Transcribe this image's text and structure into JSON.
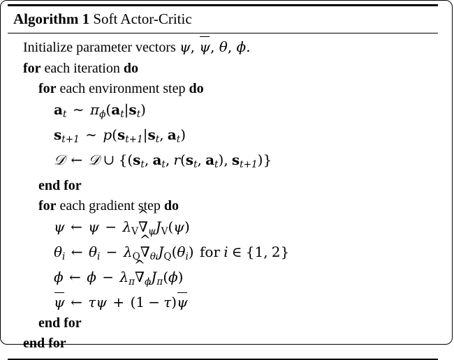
{
  "document": {
    "type": "algorithm-pseudocode",
    "frame": {
      "border_color": "#000000",
      "background": "#ffffff"
    }
  },
  "algorithm": {
    "header": {
      "keyword": "Algorithm",
      "number": "1",
      "title": "Soft Actor-Critic"
    },
    "lines": [
      {
        "id": "init",
        "indent": 0,
        "keyword": "",
        "text": "Initialize parameter vectors",
        "math": "ψ, ψ̄, θ, ϕ."
      },
      {
        "id": "for-iteration",
        "indent": 0,
        "keyword": "for",
        "text": "each iteration",
        "keyword_end": "do"
      },
      {
        "id": "for-env-step",
        "indent": 1,
        "keyword": "for",
        "text": "each environment step",
        "keyword_end": "do"
      },
      {
        "id": "sample-action",
        "indent": 2,
        "math": "a_t ~ π_ϕ(a_t|s_t)"
      },
      {
        "id": "sample-next-state",
        "indent": 2,
        "math": "s_{t+1} ~ p(s_{t+1}|s_t, a_t)"
      },
      {
        "id": "update-buffer",
        "indent": 2,
        "math": "D ← D ∪ {(s_t, a_t, r(s_t, a_t), s_{t+1})}"
      },
      {
        "id": "end-for-env-step",
        "indent": 1,
        "keyword": "end for"
      },
      {
        "id": "for-gradient-step",
        "indent": 1,
        "keyword": "for",
        "text": "each gradient step",
        "keyword_end": "do"
      },
      {
        "id": "update-psi",
        "indent": 2,
        "math": "ψ ← ψ − λ_V ∇̂_ψ J_V(ψ)"
      },
      {
        "id": "update-theta",
        "indent": 2,
        "math": "θ_i ← θ_i − λ_Q ∇̂_{θ_i} J_Q(θ_i) for i ∈ {1, 2}",
        "suffix_text": "for",
        "suffix_math": "i ∈ {1, 2}"
      },
      {
        "id": "update-phi",
        "indent": 2,
        "math": "ϕ ← ϕ − λ_π ∇̂_ϕ J_π(ϕ)"
      },
      {
        "id": "update-target",
        "indent": 2,
        "math": "ψ̄ ← τψ + (1 − τ)ψ̄"
      },
      {
        "id": "end-for-gradient-step",
        "indent": 1,
        "keyword": "end for"
      },
      {
        "id": "end-for-iteration",
        "indent": 0,
        "keyword": "end for"
      }
    ],
    "labels": {
      "for": "for",
      "do": "do",
      "end_for": "end for",
      "each_iteration": "each iteration",
      "each_environment_step": "each environment step",
      "each_gradient_step": "each gradient step",
      "initialize": "Initialize parameter vectors",
      "for_roman": "for"
    },
    "symbols": {
      "psi": "ψ",
      "psi_bar": "ψ̄",
      "theta": "θ",
      "phi": "ϕ",
      "pi": "π",
      "tau": "τ",
      "lambda": "λ",
      "nabla_hat": "∇̂",
      "cal_D": "𝒟",
      "arrow_left": "←",
      "sim": "∼",
      "cup": "∪",
      "in": "∈",
      "minus": "−",
      "plus": "+"
    }
  }
}
